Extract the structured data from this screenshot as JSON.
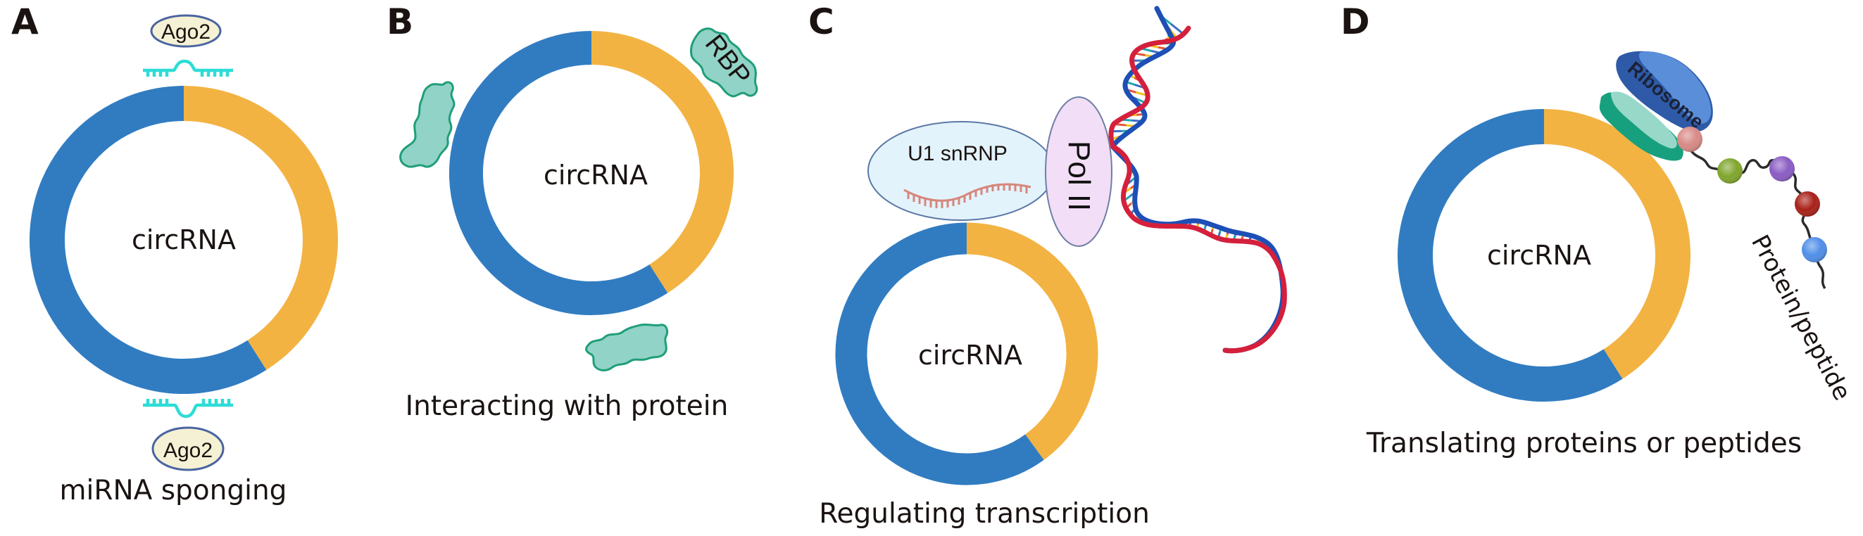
{
  "colors": {
    "blue": "#317cc1",
    "yellow": "#f2b343",
    "mirna": "#2edcd6",
    "ago2_fill": "#f5f1d5",
    "ago2_stroke": "#4a64a0",
    "protein_fill": "#91d3c6",
    "protein_stroke": "#1f9e79",
    "u1_fill": "#e3f3fb",
    "u1_stroke": "#5b78a6",
    "u1_rna": "#d6877c",
    "pol_fill": "#f2def6",
    "pol_stroke": "#6f7fa6",
    "dna_red": "#d4203c",
    "dna_blue": "#1d4fb6",
    "ribosome_dark": "#2e5aa8",
    "ribosome_light": "#5a8ed9",
    "subunit_dark": "#17a07e",
    "subunit_light": "#97d8c9",
    "peptide_chain": "#2b2b2b"
  },
  "panels": {
    "A": {
      "letter": "A",
      "ring_label": "circRNA",
      "yellow_fraction": 0.41,
      "top_protein": "Ago2",
      "bottom_protein": "Ago2",
      "caption": "miRNA sponging"
    },
    "B": {
      "letter": "B",
      "ring_label": "circRNA",
      "yellow_fraction": 0.41,
      "protein_label": "RBP",
      "caption": "Interacting with protein"
    },
    "C": {
      "letter": "C",
      "ring_label": "circRNA",
      "yellow_fraction": 0.4,
      "complex_label": "U1  snRNP",
      "polymerase_label": "Pol II",
      "caption": "Regulating transcription"
    },
    "D": {
      "letter": "D",
      "ring_label": "circRNA",
      "yellow_fraction": 0.41,
      "ribosome_label": "Ribosome",
      "product_label": "Protein/peptide",
      "bead_colors": [
        "#d88a86",
        "#7fa52c",
        "#8a5cc4",
        "#a82018",
        "#4f8ee8"
      ],
      "caption": "Translating proteins or peptides"
    }
  }
}
